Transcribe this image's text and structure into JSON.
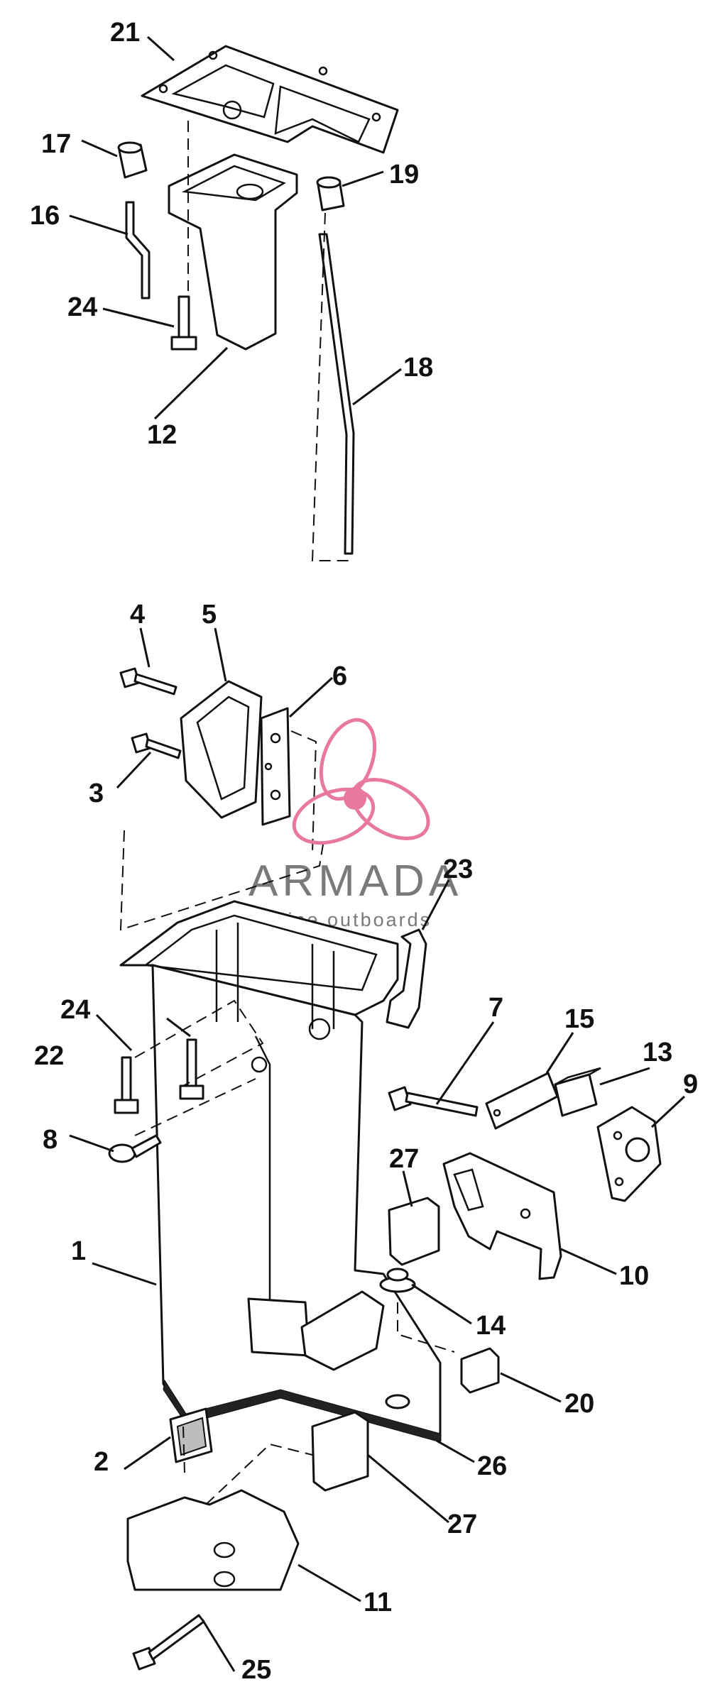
{
  "watermark": {
    "brand": "ARMADA",
    "tagline": "marine outboards",
    "accent_color": "#e8789e"
  },
  "callouts": [
    "21",
    "17",
    "16",
    "24",
    "12",
    "19",
    "18",
    "4",
    "5",
    "6",
    "3",
    "23",
    "24",
    "7",
    "15",
    "13",
    "9",
    "22",
    "8",
    "27",
    "1",
    "10",
    "14",
    "20",
    "2",
    "26",
    "27",
    "11",
    "25"
  ]
}
